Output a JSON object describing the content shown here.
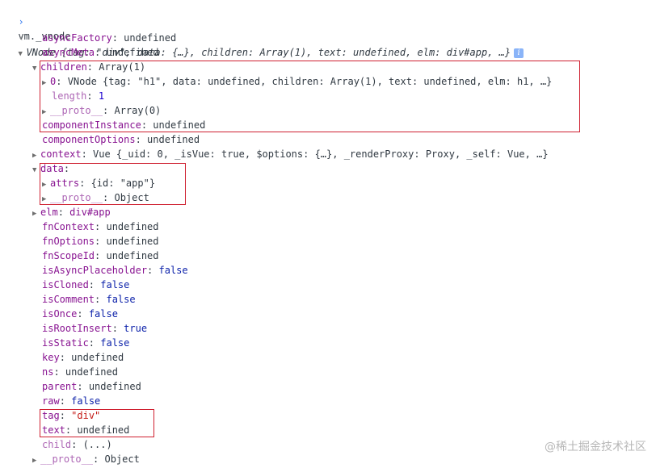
{
  "console": {
    "input_prompt": "›",
    "input_text": "vm._vnode",
    "result_prompt": "‹",
    "summary": {
      "type": "VNode",
      "preview": "{tag: \"div\", data: {…}, children: Array(1), text: undefined, elm: div#app, …}"
    },
    "props": {
      "asyncFactory": "undefined",
      "asyncMeta": "undefined",
      "children_type": "Array(1)",
      "children_0_preview": "VNode {tag: \"h1\", data: undefined, children: Array(1), text: undefined, elm: h1, …}",
      "children_length": "1",
      "children_proto": "Array(0)",
      "componentInstance": "undefined",
      "componentOptions": "undefined",
      "context_preview": "Vue {_uid: 0, _isVue: true, $options: {…}, _renderProxy: Proxy, _self: Vue, …}",
      "data_attrs": "{id: \"app\"}",
      "data_proto": "Object",
      "elm": "div#app",
      "fnContext": "undefined",
      "fnOptions": "undefined",
      "fnScopeId": "undefined",
      "isAsyncPlaceholder": "false",
      "isCloned": "false",
      "isComment": "false",
      "isOnce": "false",
      "isRootInsert": "true",
      "isStatic": "false",
      "key": "undefined",
      "ns": "undefined",
      "parent": "undefined",
      "raw": "false",
      "tag": "\"div\"",
      "text": "undefined",
      "child": "(...)",
      "proto": "Object"
    }
  },
  "labels": {
    "asyncFactory": "asyncFactory",
    "asyncMeta": "asyncMeta",
    "children": "children",
    "index0": "0",
    "length": "length",
    "proto": "__proto__",
    "componentInstance": "componentInstance",
    "componentOptions": "componentOptions",
    "context": "context",
    "data": "data",
    "attrs": "attrs",
    "elm": "elm",
    "fnContext": "fnContext",
    "fnOptions": "fnOptions",
    "fnScopeId": "fnScopeId",
    "isAsyncPlaceholder": "isAsyncPlaceholder",
    "isCloned": "isCloned",
    "isComment": "isComment",
    "isOnce": "isOnce",
    "isRootInsert": "isRootInsert",
    "isStatic": "isStatic",
    "key": "key",
    "ns": "ns",
    "parent": "parent",
    "raw": "raw",
    "tag": "tag",
    "text": "text",
    "child": "child"
  },
  "icons": {
    "info": "info-icon",
    "expanded": "triangle-down",
    "collapsed": "triangle-right"
  },
  "watermark": "@稀土掘金技术社区",
  "colors": {
    "highlight_box": "#cf2030",
    "key": "#881391",
    "string": "#c41a16",
    "number": "#1c00cf",
    "keyword": "#0d22aa"
  }
}
